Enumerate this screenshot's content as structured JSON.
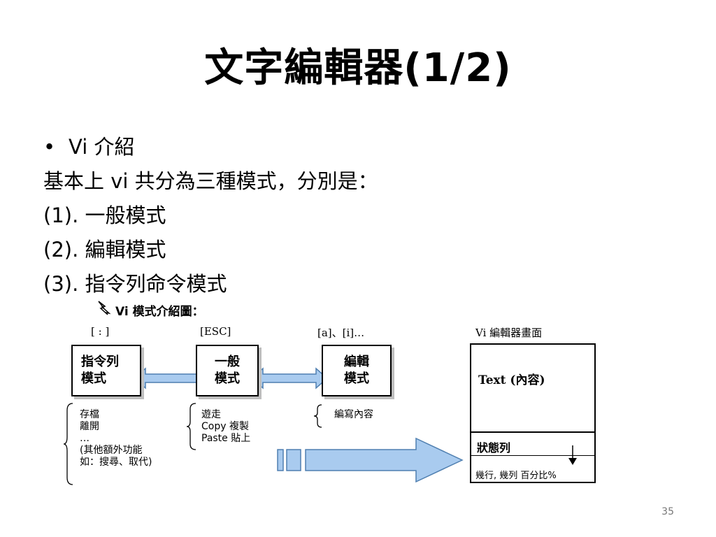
{
  "slide": {
    "title": "文字編輯器(1/2)",
    "bullet_mark": "•",
    "lines": [
      "Vi 介紹",
      "基本上 vi 共分為三種模式，分別是：",
      "(1). 一般模式",
      "(2). 編輯模式",
      "(3). 指令列命令模式"
    ],
    "page_number": "35"
  },
  "diagram": {
    "heading": "Vi 模式介紹圖：",
    "keys": {
      "command": "[ : ]",
      "normal": "[ESC]",
      "edit": "[a]、[i]…"
    },
    "modes": {
      "command": "指令列\n模式",
      "normal": "一般\n模式",
      "edit": "編輯\n模式"
    },
    "command_items": [
      "存檔",
      "離開",
      "…",
      "(其他額外功能",
      "如：搜尋、取代)"
    ],
    "normal_items": [
      "遊走",
      "Copy 複製",
      "Paste 貼上"
    ],
    "edit_items": [
      "編寫內容"
    ],
    "screen": {
      "caption": "Vi 編輯器畫面",
      "content_label": "Text (內容)",
      "status_label": "狀態列",
      "status_info": "幾行, 幾列  百分比%"
    },
    "colors": {
      "arrow_fill": "#a9cbef",
      "arrow_stroke": "#4f7fb0",
      "shadow": "#bfbfbf"
    }
  }
}
